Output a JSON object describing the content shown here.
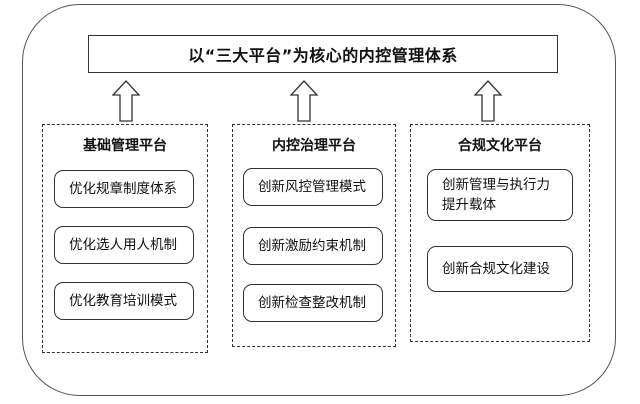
{
  "title": "以“三大平台”为核心的内控管理体系",
  "platforms": [
    {
      "name": "基础管理平台",
      "items": [
        "优化规章制度体系",
        "优化选人用人机制",
        "优化教育培训模式"
      ]
    },
    {
      "name": "内控治理平台",
      "items": [
        "创新风控管理模式",
        "创新激励约束机制",
        "创新检查整改机制"
      ]
    },
    {
      "name": "合规文化平台",
      "items": [
        "创新管理与执行力提升载体",
        "创新合规文化建设"
      ]
    }
  ],
  "colors": {
    "line": "#333333",
    "background": "#ffffff"
  },
  "icons": {
    "arrow": "hollow-up-arrow-icon"
  }
}
